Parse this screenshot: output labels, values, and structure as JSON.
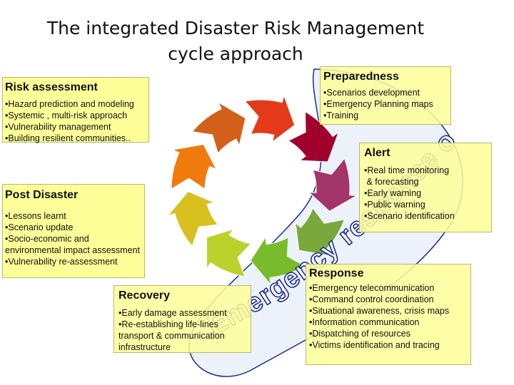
{
  "title_line1": "The  integrated Disaster Risk Management",
  "title_line2": "cycle approach",
  "risk_assessment": {
    "heading": "Risk assessment",
    "items": [
      "Hazard prediction and modeling",
      "Systemic , multi-risk  approach",
      "Vulnerability management",
      "Building resilient communities.."
    ]
  },
  "preparedness": {
    "heading": "Preparedness",
    "items": [
      "Scenarios development",
      "Emergency Planning maps",
      "Training"
    ]
  },
  "alert": {
    "heading": "Alert",
    "items": [
      "Real time monitoring",
      " & forecasting",
      "Early warning",
      "Public warning",
      "Scenario identification"
    ]
  },
  "post_disaster": {
    "heading": "Post Disaster",
    "items": [
      "Lessons learnt",
      "Scenario update",
      "Socio-economic and environmental impact assessment",
      "Vulnerability re-assessment"
    ]
  },
  "recovery": {
    "heading": "Recovery",
    "items": [
      "Early damage assessment",
      "Re-establishing life-lines",
      "transport & communication",
      "infrastructure"
    ]
  },
  "response": {
    "heading": "Response",
    "items": [
      "Emergency telecommunication",
      "Command control coordination",
      "Situational awareness, crisis maps",
      "Information communication",
      "Dispatching of resources",
      "Victims identification and tracing"
    ]
  },
  "ring_label": "Emergency response organisations",
  "colors": {
    "box_fill": "#ffff99",
    "ring_outline": "#1c2c9a",
    "ring_fill": "#dce8f4",
    "segments": [
      "#e43a1a",
      "#a1002c",
      "#a3356b",
      "#79a83b",
      "#78bc2c",
      "#bcd22c",
      "#d7c020",
      "#f07a0c",
      "#d2601a"
    ]
  }
}
